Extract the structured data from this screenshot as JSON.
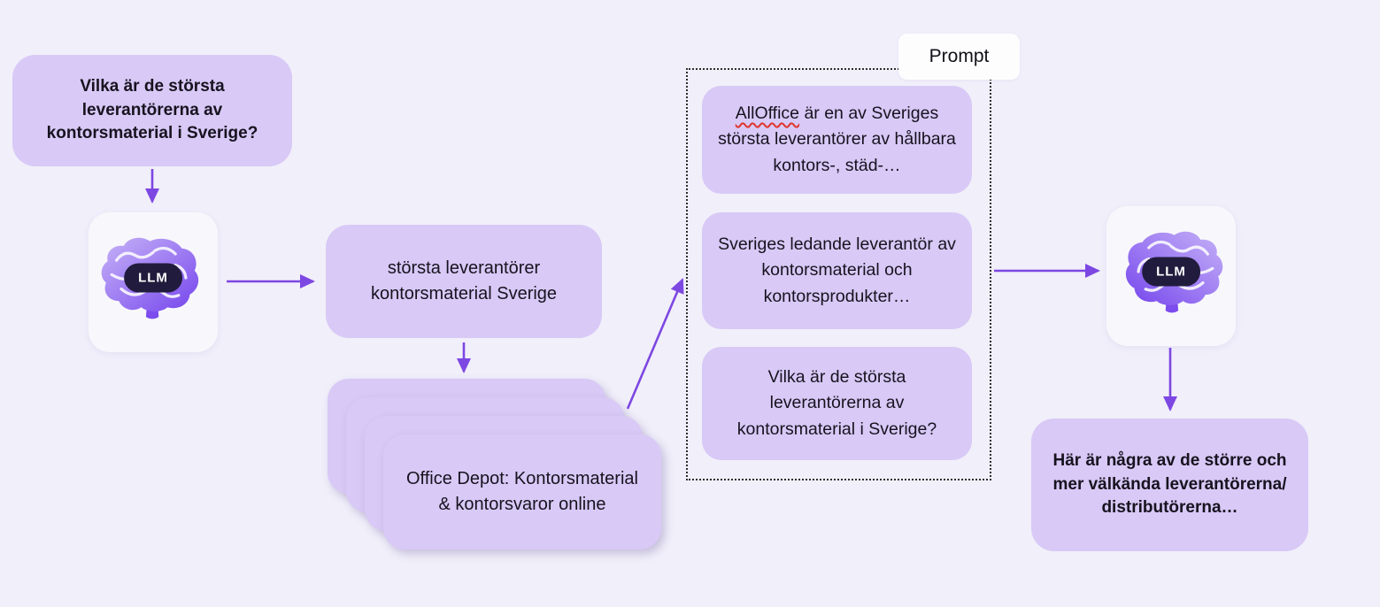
{
  "colors": {
    "background": "#f1effa",
    "node_fill": "#d8c9f6",
    "node_text": "#17131f",
    "llm_card_fill": "#f8f8fc",
    "llm_pill_fill": "#211c3d",
    "llm_pill_text": "#ffffff",
    "arrow": "#7d47e2",
    "dotted_border": "#2e2e2e",
    "prompt_label_bg": "#fdfdfe",
    "spellcheck_underline": "#e0352b",
    "brain_purple": "#8257ee"
  },
  "flow": {
    "question_box": {
      "text": "Vilka är de största leverantörerna av kontorsmaterial i Sverige?"
    },
    "llm_left": {
      "label": "LLM"
    },
    "query_box": {
      "text": "största leverantörer kontorsmaterial Sverige"
    },
    "results_stack": {
      "card_count": 4,
      "front_text": "Office Depot: Kontorsmaterial & kontorsvaror online"
    },
    "prompt_panel": {
      "label": "Prompt",
      "chunks": [
        {
          "highlighted": "AllOffice",
          "rest": " är en av Sveriges största leverantörer av hållbara kontors-, städ-…"
        },
        {
          "text": "Sveriges ledande leverantör av kontorsmaterial och kontorsprodukter…"
        },
        {
          "text": "Vilka är de största leverantörerna av kontorsmaterial i Sverige?"
        }
      ]
    },
    "llm_right": {
      "label": "LLM"
    },
    "answer_box": {
      "text": "Här är några av de större och mer välkända leverantörerna/distributörerna…"
    }
  }
}
